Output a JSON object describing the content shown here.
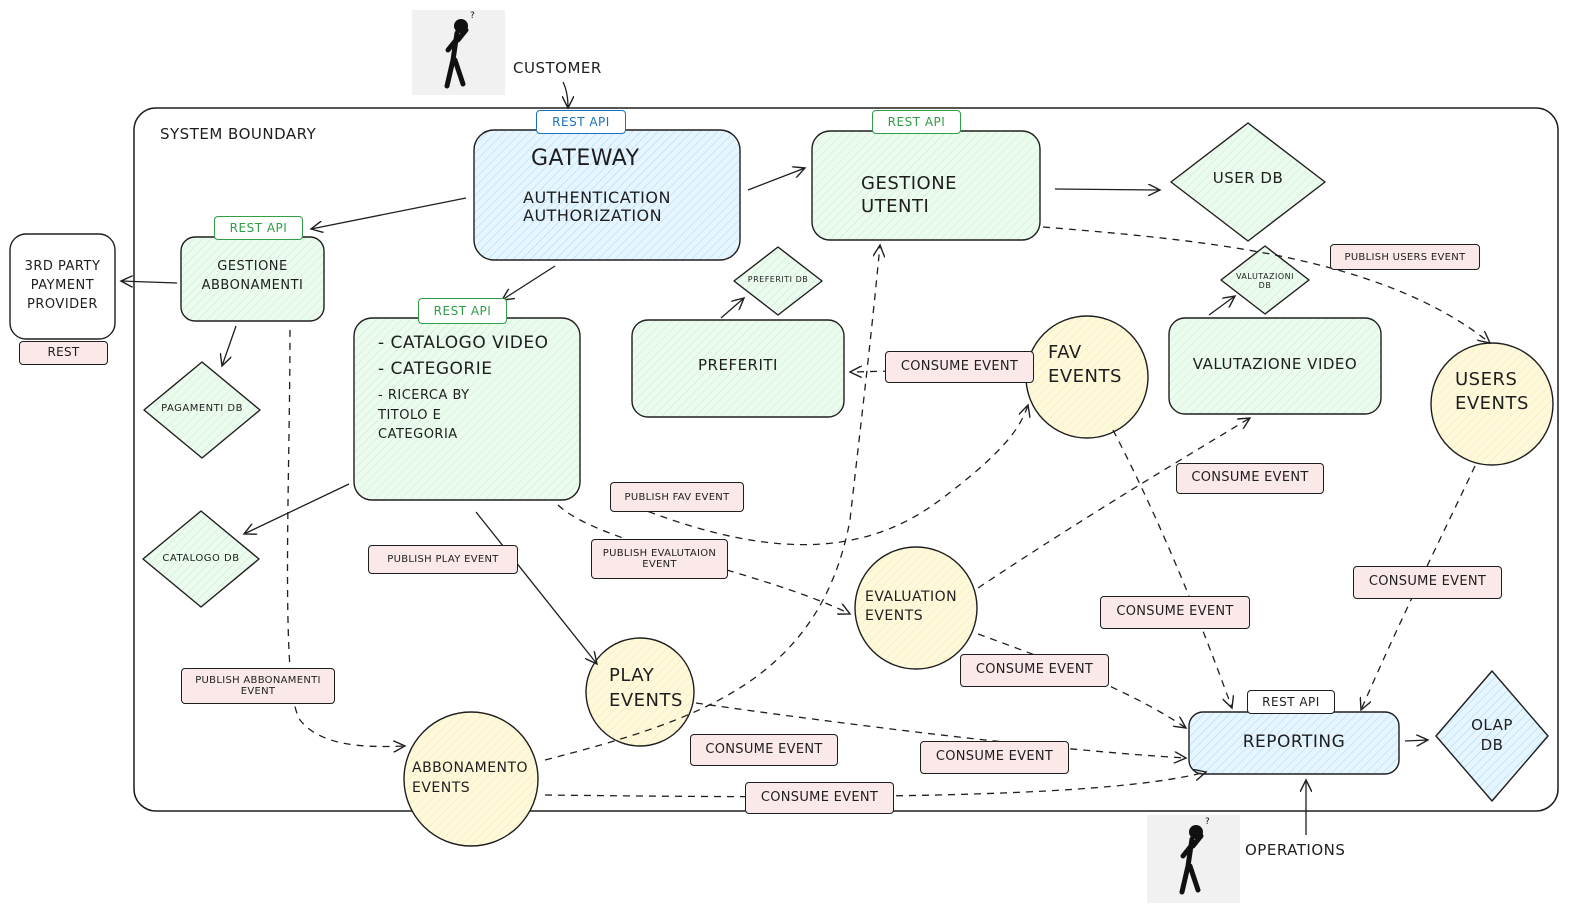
{
  "actors": {
    "customer": "CUSTOMER",
    "operations": "OPERATIONS"
  },
  "system_boundary": "SYSTEM BOUNDARY",
  "gateway": {
    "title": "GATEWAY",
    "subtitle": "AUTHENTICATION\nAUTHORIZATION",
    "api": "REST API"
  },
  "gestione_utenti": {
    "title": "GESTIONE\nUTENTI",
    "api": "REST API"
  },
  "gestione_abbonamenti": {
    "title": "GESTIONE\nABBONAMENTI",
    "api": "REST API"
  },
  "catalogo": {
    "api": "REST API",
    "line1": "- CATALOGO VIDEO",
    "line2": "- CATEGORIE",
    "line3": "- RICERCA BY\n  TITOLO E\n  CATEGORIA"
  },
  "preferiti": "PREFERITI",
  "valutazione_video": "VALUTAZIONE VIDEO",
  "reporting": {
    "title": "REPORTING",
    "api": "REST API"
  },
  "third_party": {
    "title": "3RD PARTY\nPAYMENT\nPROVIDER",
    "tag": "REST"
  },
  "databases": {
    "user_db": "USER DB",
    "preferiti_db": "PREFERITI DB",
    "valutazioni_db": "VALUTAZIONI\nDB",
    "pagamenti_db": "PAGAMENTI DB",
    "catalogo_db": "CATALOGO DB",
    "olap_db": "OLAP\nDB"
  },
  "events": {
    "fav": "FAV\nEVENTS",
    "users": "USERS\nEVENTS",
    "evaluation": "EVALUATION\nEVENTS",
    "play": "PLAY\nEVENTS",
    "abbonamento": "ABBONAMENTO\nEVENTS"
  },
  "tags": {
    "publish_users": "PUBLISH USERS EVENT",
    "publish_fav": "PUBLISH FAV EVENT",
    "publish_evalutaion": "PUBLISH EVALUTAION\nEVENT",
    "publish_play": "PUBLISH PLAY EVENT",
    "publish_abbonamenti": "PUBLISH ABBONAMENTI\nEVENT",
    "consume_preferiti": "CONSUME EVENT",
    "consume_valutazione": "CONSUME EVENT",
    "consume_users": "CONSUME EVENT",
    "consume_fav": "CONSUME EVENT",
    "consume_evaluation": "CONSUME EVENT",
    "consume_play": "CONSUME EVENT",
    "consume_play_reporting": "CONSUME EVENT",
    "consume_abbonamento": "CONSUME EVENT"
  },
  "colors": {
    "blue_fill": "#e7f5ff",
    "green_fill": "#ebfbee",
    "yellow_fill": "#fff9db",
    "pink_fill": "#fbe9ea",
    "stroke": "#1e1e1e",
    "api_green": "#2f9e44",
    "api_blue": "#1971c2"
  }
}
